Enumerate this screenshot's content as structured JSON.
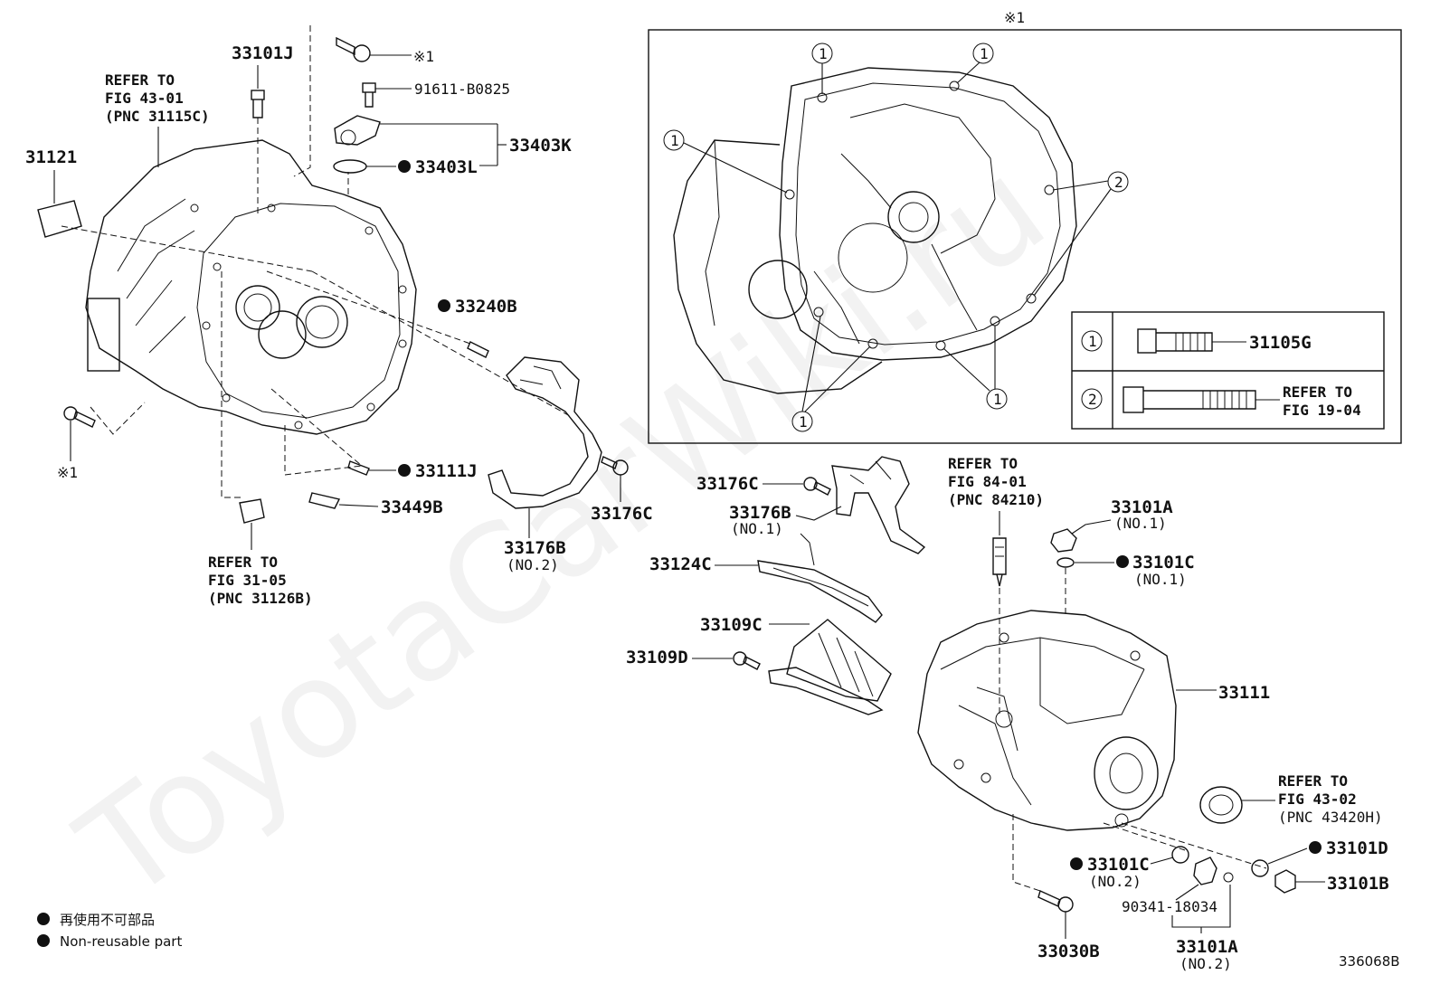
{
  "watermark": "ToyotaCarWiki.ru",
  "diagram_id": "336068B",
  "inset": {
    "ref_mark": "※1"
  },
  "bolt_table": {
    "row1": {
      "num": "1",
      "part": "31105G"
    },
    "row2": {
      "num": "2",
      "ref_line1": "REFER TO",
      "ref_line2": "FIG 19-04"
    }
  },
  "callout_num": {
    "one": "1",
    "two": "2"
  },
  "mark1": "※1",
  "labels": {
    "p33101J": "33101J",
    "p91611": "91611-B0825",
    "p33403K": "33403K",
    "p33403L": "33403L",
    "p31121": "31121",
    "p33240B": "33240B",
    "p33111J": "33111J",
    "p33449B": "33449B",
    "p33176C_left": "33176C",
    "p33176B_no2": "33176B",
    "no2_a": "(NO.2)",
    "p33176C_mid": "33176C",
    "p33176B_no1": "33176B",
    "no1_a": "(NO.1)",
    "p33124C": "33124C",
    "p33109C": "33109C",
    "p33109D": "33109D",
    "p33101A_no1": "33101A",
    "no1_b": "(NO.1)",
    "p33101C_no1": "33101C",
    "no1_c": "(NO.1)",
    "p33111": "33111",
    "p33101D": "33101D",
    "p33101B": "33101B",
    "p33101C_no2": "33101C",
    "no2_b": "(NO.2)",
    "p90341": "90341-18034",
    "p33030B": "33030B",
    "p33101A_no2": "33101A",
    "no2_c": "(NO.2)"
  },
  "refs": {
    "r43_01": {
      "l1": "REFER TO",
      "l2": "FIG 43-01",
      "l3": "(PNC 31115C)"
    },
    "r31_05": {
      "l1": "REFER TO",
      "l2": "FIG 31-05",
      "l3": "(PNC 31126B)"
    },
    "r84_01": {
      "l1": "REFER TO",
      "l2": "FIG 84-01",
      "l3": "(PNC 84210)"
    },
    "r43_02": {
      "l1": "REFER TO",
      "l2": "FIG 43-02",
      "l3": "(PNC 43420H)"
    }
  },
  "legend": {
    "jp": "再使用不可部品",
    "en": "Non-reusable part"
  }
}
